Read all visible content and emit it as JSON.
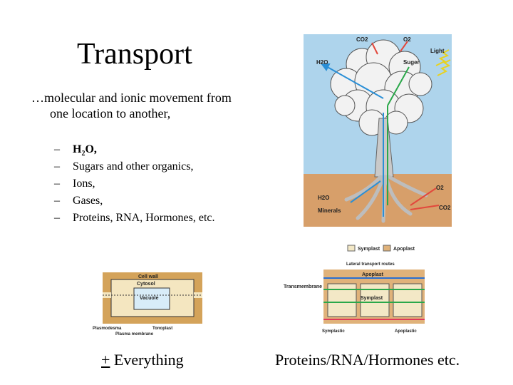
{
  "slide": {
    "title": "Transport",
    "intro_line1": "…molecular and ionic movement from",
    "intro_line2": "one location to another,",
    "bullets": [
      {
        "dash": "–",
        "prefix": "H",
        "sub": "2",
        "suffix": "O,"
      },
      {
        "dash": "–",
        "text": "Sugars and other organics,"
      },
      {
        "dash": "–",
        "text": "Ions,"
      },
      {
        "dash": "–",
        "text": "Gases,"
      },
      {
        "dash": "–",
        "text": "Proteins, RNA, Hormones, etc."
      }
    ],
    "caption_left_symbol": "+",
    "caption_left_text": "Everything",
    "caption_right": "Proteins/RNA/Hormones etc."
  },
  "tree_figure": {
    "labels": {
      "co2_top": "CO2",
      "o2_top": "O2",
      "light": "Light",
      "h2o_left": "H2O",
      "sugar": "Suger",
      "h2o_root": "H2O",
      "minerals": "Minerals",
      "o2_root": "O2",
      "co2_root": "CO2"
    },
    "colors": {
      "sky": "#aed4ec",
      "soil": "#d79f6a",
      "trunk": "#c9c9c9",
      "water": "#2a8fd6",
      "sugar": "#2aa84a",
      "gas": "#e2483c",
      "light": "#e8d21f"
    }
  },
  "cell_figure": {
    "labels": {
      "cell_wall": "Cell wall",
      "cytosol": "Cytosol",
      "vacuole": "Vacuole",
      "plasmodesma": "Plasmodesma",
      "tonoplast": "Tonoplast",
      "plasma_membrane": "Plasma membrane"
    },
    "colors": {
      "wall": "#d4a35a",
      "cytosol": "#f4e6c0",
      "vacuole": "#d8ecf8"
    }
  },
  "routes_figure": {
    "legend": [
      "Symplast",
      "Apoplast"
    ],
    "labels": {
      "lateral_routes": "Lateral transport routes",
      "apoplast": "Apoplast",
      "transmembrane": "Transmembrane",
      "symplast": "Symplast",
      "symplastic": "Symplastic",
      "apoplastic": "Apoplastic"
    },
    "colors": {
      "symplast": "#f3e8c6",
      "apoplast": "#e0b27a",
      "blue": "#2a6fd0",
      "green": "#2aa84a",
      "red": "#e03a5a"
    }
  }
}
